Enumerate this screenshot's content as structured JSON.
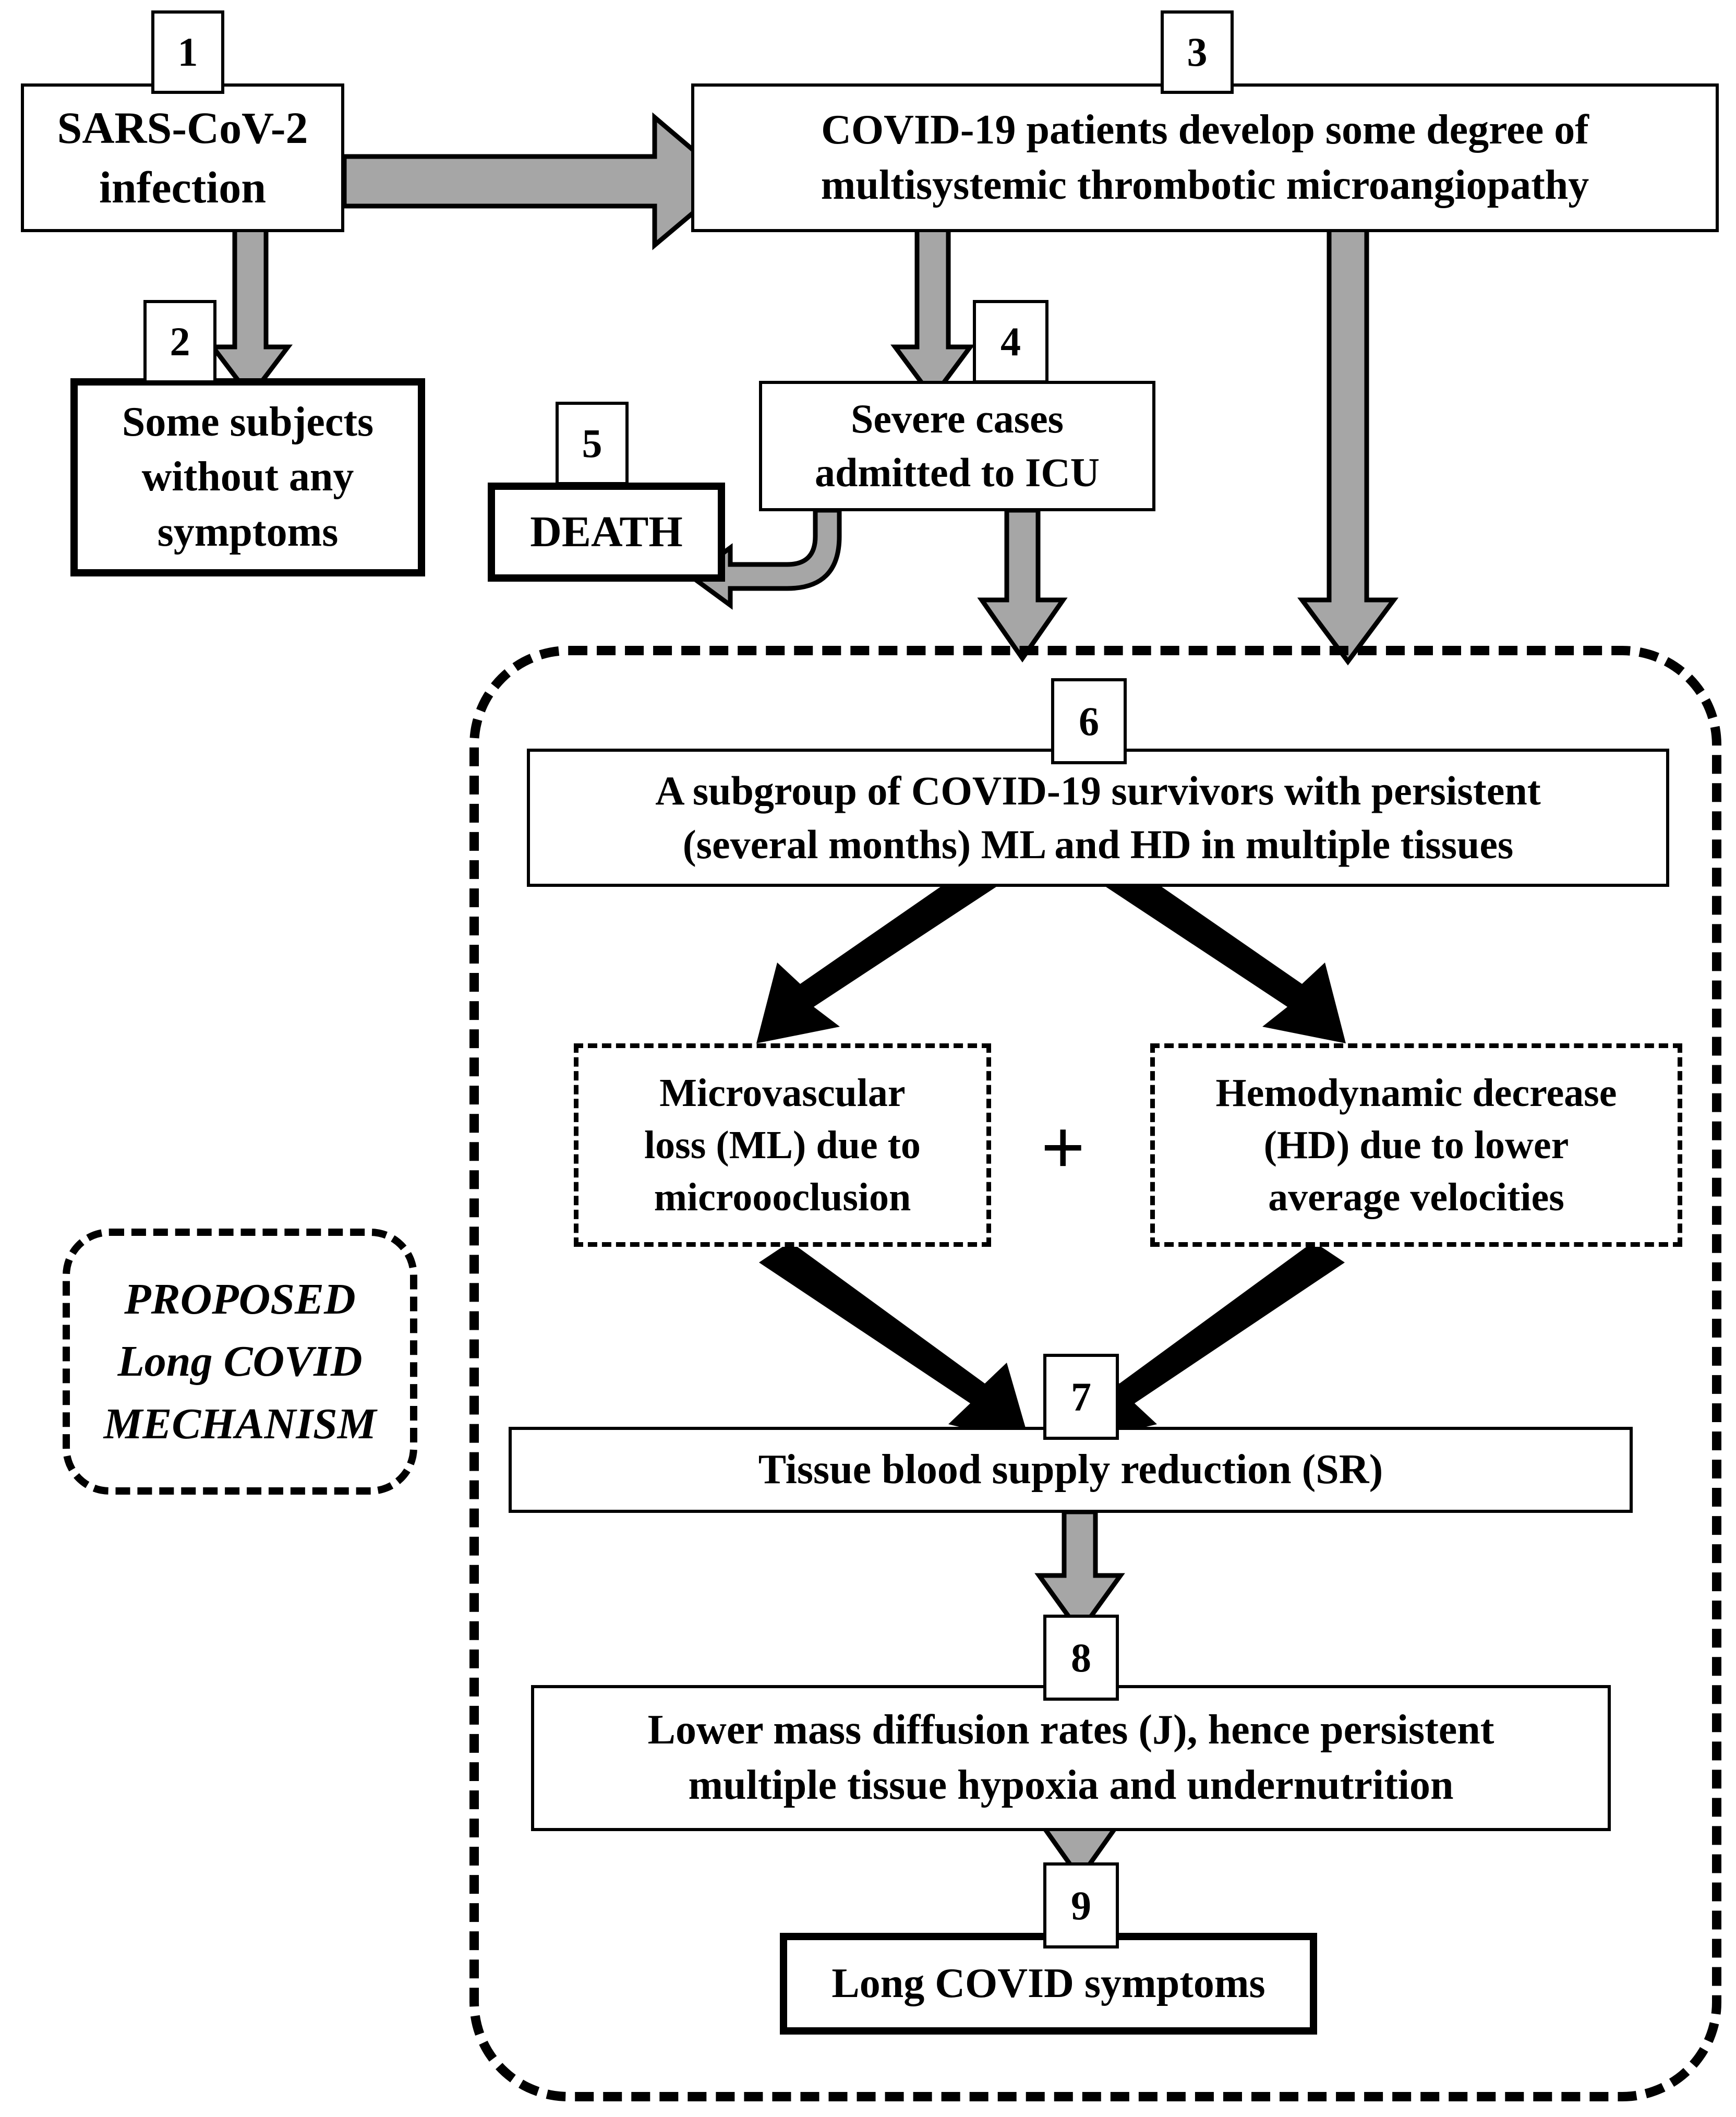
{
  "diagram": {
    "title_visible": false,
    "legend": {
      "line1": "PROPOSED",
      "line2": "Long COVID",
      "line3": "MECHANISM"
    },
    "plus_symbol": "+",
    "nodes": [
      {
        "id": "n1",
        "badge": "1",
        "text": "SARS-CoV-2 infection",
        "lines": [
          "SARS-CoV-2",
          "infection"
        ],
        "style": "thin"
      },
      {
        "id": "n2",
        "badge": "2",
        "text": "Some subjects without any symptoms",
        "lines": [
          "Some subjects",
          "without any",
          "symptoms"
        ],
        "style": "thick"
      },
      {
        "id": "n3",
        "badge": "3",
        "text": "COVID-19 patients develop some degree of multisystemic thrombotic microangiopathy",
        "lines": [
          "COVID-19 patients develop some degree of",
          "multisystemic thrombotic microangiopathy"
        ],
        "style": "thin"
      },
      {
        "id": "n4",
        "badge": "4",
        "text": "Severe cases admitted to ICU",
        "lines": [
          "Severe cases",
          "admitted to ICU"
        ],
        "style": "thin"
      },
      {
        "id": "n5",
        "badge": "5",
        "text": "DEATH",
        "lines": [
          "DEATH"
        ],
        "style": "thick"
      },
      {
        "id": "n6",
        "badge": "6",
        "text": "A subgroup of COVID-19 survivors with persistent (several months) ML and HD in multiple tissues",
        "lines": [
          "A subgroup of COVID-19 survivors with persistent",
          "(several months) ML and HD in multiple tissues"
        ],
        "style": "thin"
      },
      {
        "id": "nML",
        "badge": "",
        "text": "Microvascular loss (ML) due to microooclusion",
        "lines": [
          "Microvascular",
          "loss (ML) due to",
          "microooclusion"
        ],
        "style": "dotted"
      },
      {
        "id": "nHD",
        "badge": "",
        "text": "Hemodynamic decrease (HD) due to lower average velocities",
        "lines": [
          "Hemodynamic decrease",
          "(HD) due to lower",
          "average velocities"
        ],
        "style": "dotted"
      },
      {
        "id": "n7",
        "badge": "7",
        "text": "Tissue blood supply reduction (SR)",
        "lines": [
          "Tissue blood supply reduction (SR)"
        ],
        "style": "thin"
      },
      {
        "id": "n8",
        "badge": "8",
        "text": "Lower mass diffusion rates (J), hence persistent multiple tissue hypoxia and undernutrition",
        "lines": [
          "Lower mass diffusion rates (J), hence persistent",
          "multiple tissue hypoxia and undernutrition"
        ],
        "style": "thin"
      },
      {
        "id": "n9",
        "badge": "9",
        "text": "Long COVID symptoms",
        "lines": [
          "Long COVID symptoms"
        ],
        "style": "thick"
      }
    ],
    "edges": [
      {
        "from": "n1",
        "to": "n3",
        "kind": "block-arrow-gray",
        "direction": "right"
      },
      {
        "from": "n1",
        "to": "n2",
        "kind": "block-arrow-gray",
        "direction": "down"
      },
      {
        "from": "n3",
        "to": "n4",
        "kind": "block-arrow-gray",
        "direction": "down"
      },
      {
        "from": "n3",
        "to": "frame",
        "kind": "block-arrow-gray",
        "direction": "down"
      },
      {
        "from": "n4",
        "to": "n5",
        "kind": "block-arrow-gray-elbow",
        "direction": "left"
      },
      {
        "from": "n4",
        "to": "frame",
        "kind": "block-arrow-gray",
        "direction": "down"
      },
      {
        "from": "n6",
        "to": "nML",
        "kind": "solid-arrow-black",
        "direction": "down-left"
      },
      {
        "from": "n6",
        "to": "nHD",
        "kind": "solid-arrow-black",
        "direction": "down-right"
      },
      {
        "from": "nML",
        "to": "n7",
        "kind": "solid-arrow-black",
        "direction": "down-right"
      },
      {
        "from": "nHD",
        "to": "n7",
        "kind": "solid-arrow-black",
        "direction": "down-left"
      },
      {
        "from": "n7",
        "to": "n8",
        "kind": "block-arrow-gray",
        "direction": "down"
      },
      {
        "from": "n8",
        "to": "n9",
        "kind": "block-arrow-gray",
        "direction": "down"
      }
    ],
    "colors": {
      "arrow_fill": "#A6A6A6",
      "arrow_stroke": "#000000",
      "line": "#000000",
      "background": "#FFFFFF"
    }
  }
}
